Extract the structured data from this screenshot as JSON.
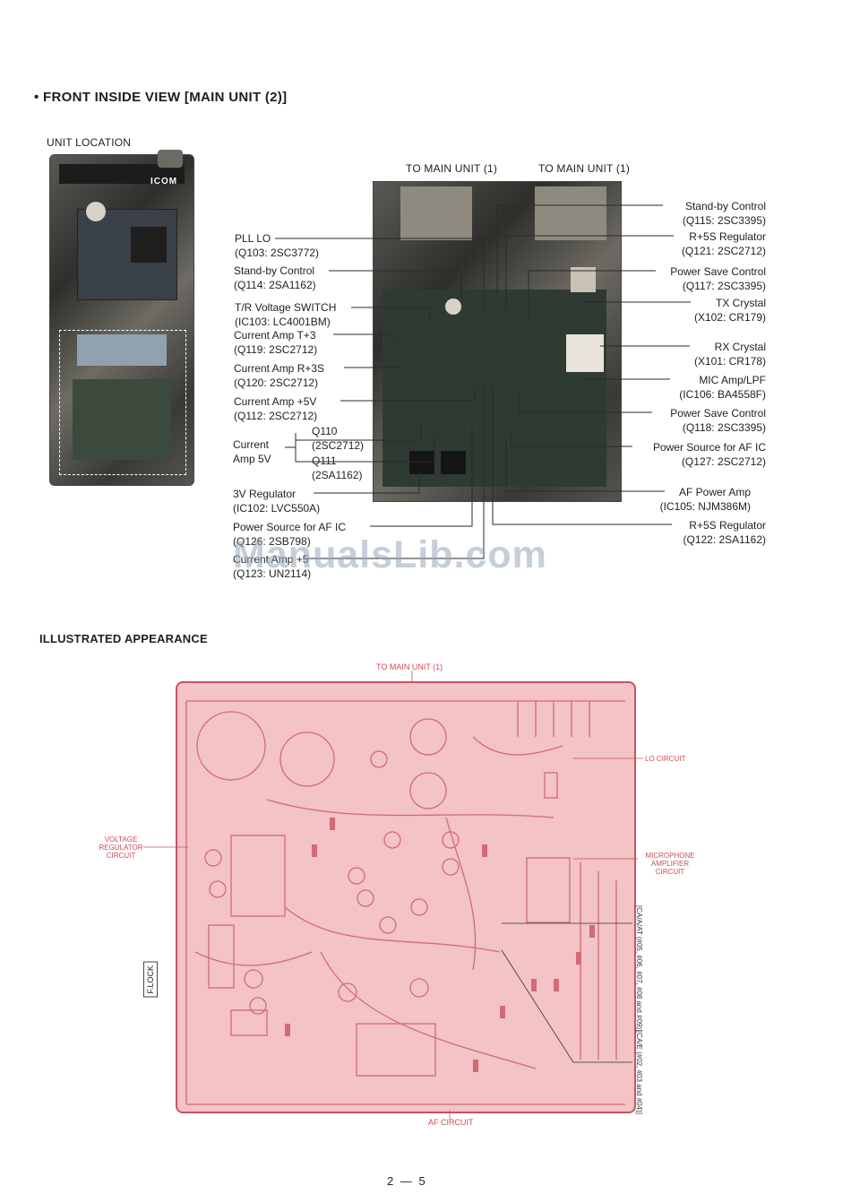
{
  "section_title": "• FRONT INSIDE VIEW [MAIN UNIT (2)]",
  "unit_location_label": "UNIT LOCATION",
  "unit_location_brand": "ICOM",
  "to_main_unit_left": "TO MAIN UNIT (1)",
  "to_main_unit_right": "TO MAIN UNIT (1)",
  "callouts_left": [
    {
      "line1": "PLL LO",
      "line2": "(Q103: 2SC3772)"
    },
    {
      "line1": "Stand-by Control",
      "line2": "(Q114: 2SA1162)"
    },
    {
      "line1": "T/R Voltage SWITCH",
      "line2": "(IC103: LC4001BM)"
    },
    {
      "line1": "Current Amp T+3",
      "line2": "(Q119: 2SC2712)"
    },
    {
      "line1": "Current Amp R+3S",
      "line2": "(Q120: 2SC2712)"
    },
    {
      "line1": "Current Amp +5V",
      "line2": "(Q112: 2SC2712)"
    },
    {
      "line1": "3V Regulator",
      "line2": "(IC102: LVC550A)"
    },
    {
      "line1": "Power Source for AF IC",
      "line2": "(Q126: 2SB798)"
    },
    {
      "line1": "Current Amp +5",
      "line2": "(Q123: UN2114)"
    }
  ],
  "current_amp_5v": {
    "label_line1": "Current",
    "label_line2": "Amp 5V",
    "q110": "Q110",
    "q110_part": "(2SC2712)",
    "q111": "Q111",
    "q111_part": "(2SA1162)"
  },
  "callouts_right": [
    {
      "line1": "Stand-by Control",
      "line2": "(Q115: 2SC3395)"
    },
    {
      "line1": "R+5S Regulator",
      "line2": "(Q121: 2SC2712)"
    },
    {
      "line1": "Power Save Control",
      "line2": "(Q117: 2SC3395)"
    },
    {
      "line1": "TX Crystal",
      "line2": "(X102: CR179)"
    },
    {
      "line1": "RX Crystal",
      "line2": "(X101: CR178)"
    },
    {
      "line1": "MIC Amp/LPF",
      "line2": "(IC106: BA4558F)"
    },
    {
      "line1": "Power Save Control",
      "line2": "(Q118: 2SC3395)"
    },
    {
      "line1": "Power Source for AF IC",
      "line2": "(Q127: 2SC2712)"
    },
    {
      "line1": "AF Power Amp",
      "line2": "(IC105: NJM386M)"
    },
    {
      "line1": "R+5S Regulator",
      "line2": "(Q122: 2SA1162)"
    }
  ],
  "watermark": "ManualsLib.com",
  "illustrated_title": "ILLUSTRATED APPEARANCE",
  "pcb_labels": {
    "to_main_unit": "TO MAIN UNIT (1)",
    "lo_circuit": "LO CIRCUIT",
    "voltage_regulator": "VOLTAGE REGULATOR CIRCUIT",
    "microphone_amplifier": "MICROPHONE AMPLIFIER CIRCUIT",
    "ic_a_at": "[CA/A/AT (#05, #06, #07, #08 and #09)]",
    "ic_e": "[CA/E (#02, #03 and #04)]",
    "af_circuit": "AF CIRCUIT",
    "f_lock": "F.LOCK"
  },
  "page_number": "2 — 5"
}
